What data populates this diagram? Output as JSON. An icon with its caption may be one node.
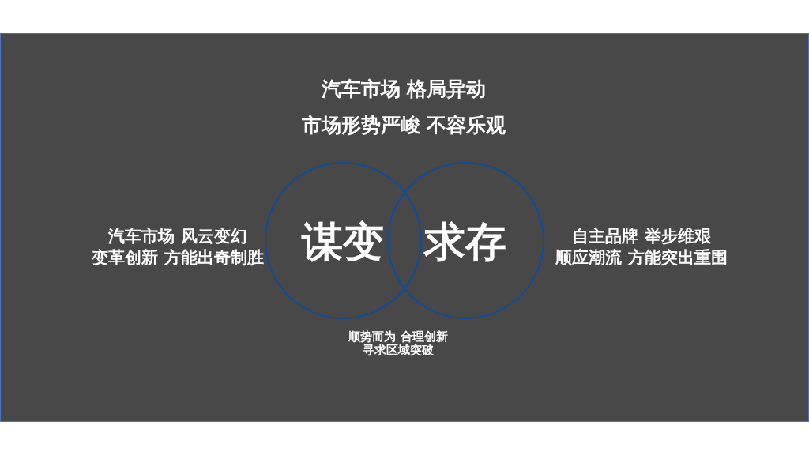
{
  "diagram": {
    "nodes": [
      {
        "text": [
          "谋变"
        ],
        "beside": [
          "汽车市场 风云变幻变革创新 方能出奇制胜"
        ]
      },
      {
        "text": [
          "求存"
        ],
        "beside": [
          "自主品牌 举步维艰顺应潮流 方能突出重围"
        ]
      }
    ],
    "labels": [
      "汽车市场 格局异动",
      "市场形势严峻 不容乐观",
      "顺势而为 合理创新寻求区域突破"
    ]
  }
}
